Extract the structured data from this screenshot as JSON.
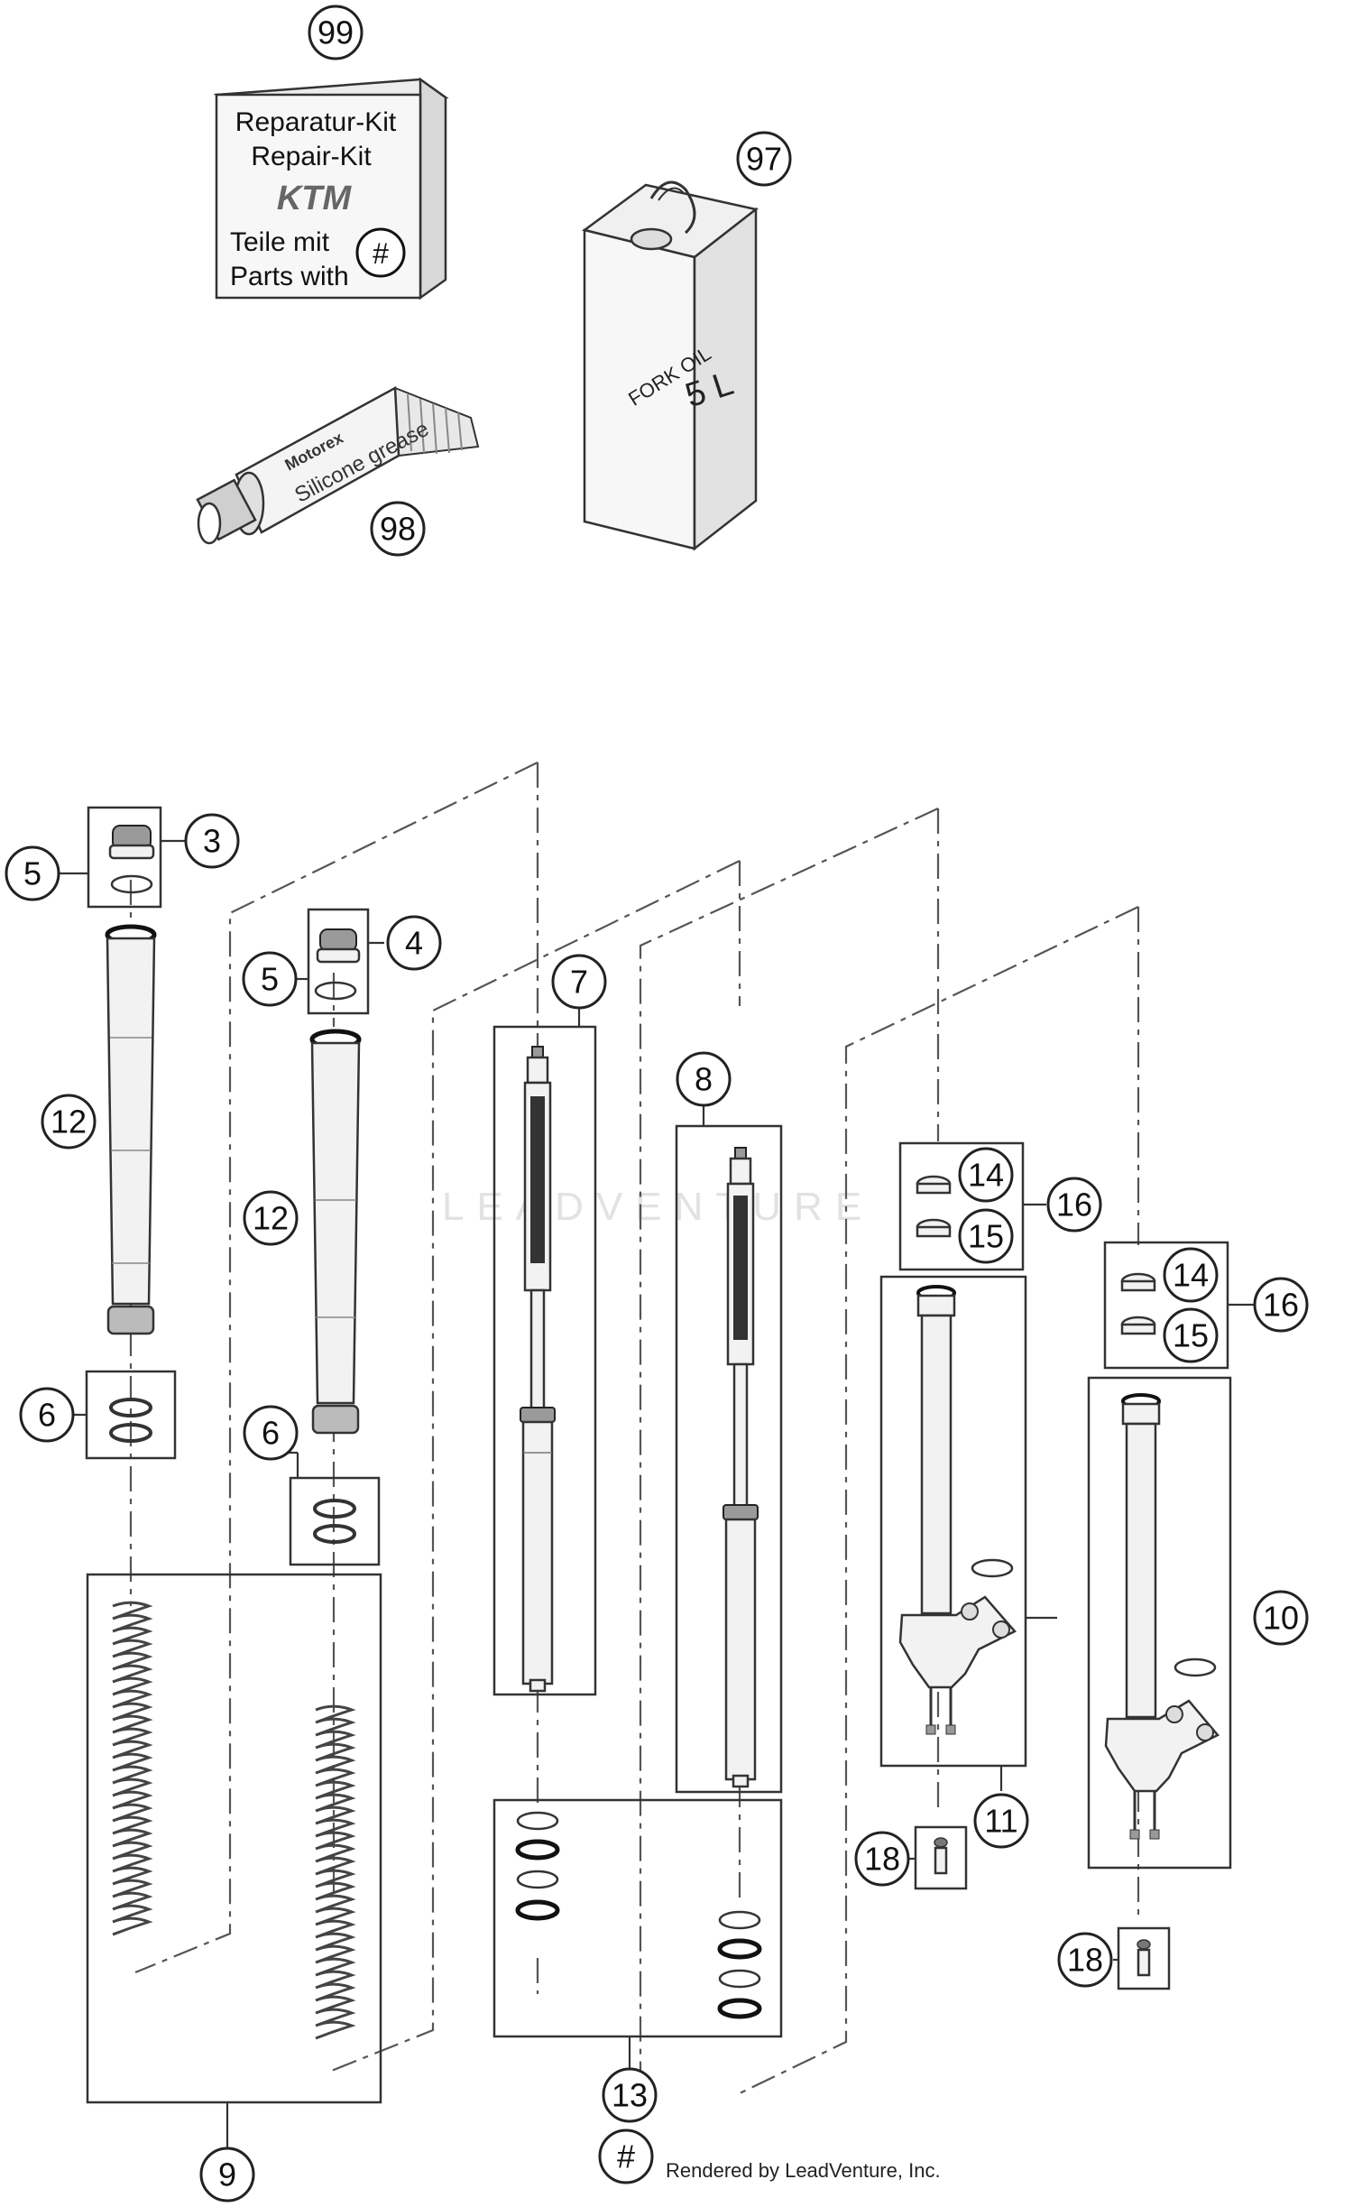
{
  "kit": {
    "line1": "Reparatur-Kit",
    "line2": "Repair-Kit",
    "brand": "KTM",
    "line3": "Teile mit",
    "line4": "Parts with",
    "hash": "#"
  },
  "oil_can": {
    "line1": "FORK OIL",
    "line2": "5 L"
  },
  "grease_tube": {
    "line1": "Motorex",
    "line2": "Silicone grease"
  },
  "watermark": "LEADVENTURE",
  "credit": "Rendered by LeadVenture, Inc.",
  "bottom_hash": "#",
  "callouts": {
    "c99": "99",
    "c97": "97",
    "c98": "98",
    "c3": "3",
    "c5a": "5",
    "c4": "4",
    "c5b": "5",
    "c12a": "12",
    "c12b": "12",
    "c7": "7",
    "c8": "8",
    "c6a": "6",
    "c6b": "6",
    "c14a": "14",
    "c15a": "15",
    "c16a": "16",
    "c14b": "14",
    "c15b": "15",
    "c16b": "16",
    "c10": "10",
    "c11": "11",
    "c18a": "18",
    "c18b": "18",
    "c9": "9",
    "c13": "13"
  }
}
